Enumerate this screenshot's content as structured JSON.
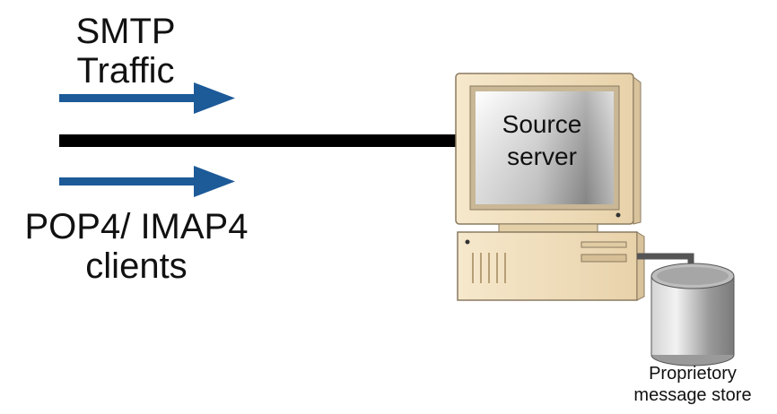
{
  "labels": {
    "smtp_line1": "SMTP",
    "smtp_line2": "Traffic",
    "clients_line1": "POP4/ IMAP4",
    "clients_line2": "clients",
    "server_line1": "Source",
    "server_line2": "server",
    "store_line1": "Proprietory",
    "store_line2": "message store"
  },
  "colors": {
    "arrow": "#1c5a98",
    "connection_line": "#000000",
    "computer_beige": "#f1dfbd",
    "computer_shadow": "#d9c39c",
    "computer_outline": "#8a7a60",
    "store_gray": "#a8a8a8",
    "text": "#111111"
  },
  "icons": {
    "server": "computer-icon",
    "store": "cylinder-database-icon"
  }
}
